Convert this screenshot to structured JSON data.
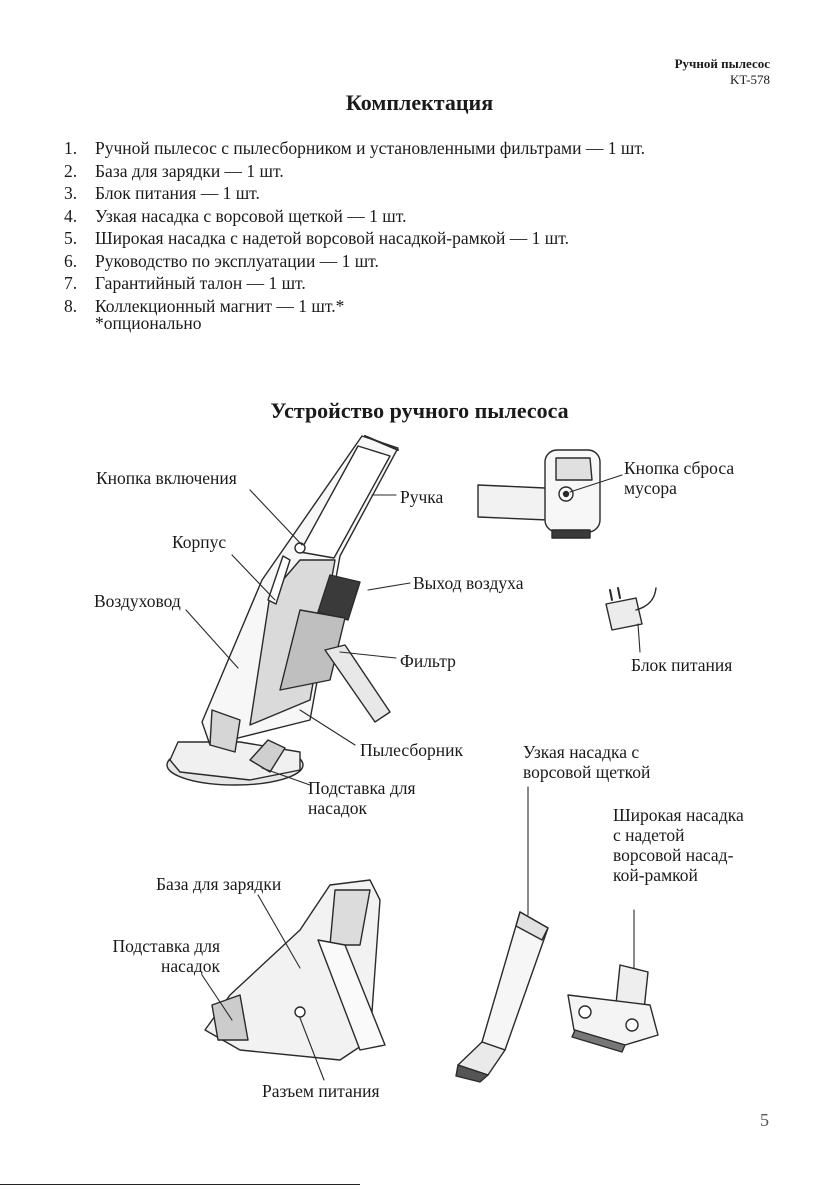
{
  "header": {
    "product": "Ручной пылесос",
    "model": "KT-578"
  },
  "contents": {
    "title": "Комплектация",
    "items": [
      {
        "num": "1.",
        "text": "Ручной пылесос с пылесборником и установленными фильтрами — 1 шт."
      },
      {
        "num": "2.",
        "text": "База для зарядки — 1 шт."
      },
      {
        "num": "3.",
        "text": "Блок питания — 1 шт."
      },
      {
        "num": "4.",
        "text": "Узкая насадка с ворсовой щеткой — 1 шт."
      },
      {
        "num": "5.",
        "text": "Широкая насадка с надетой ворсовой насадкой-рамкой — 1 шт."
      },
      {
        "num": "6.",
        "text": "Руководство по эксплуатации — 1 шт."
      },
      {
        "num": "7.",
        "text": "Гарантийный талон — 1 шт."
      },
      {
        "num": "8.",
        "text": "Коллекционный магнит — 1 шт.*"
      }
    ],
    "footnote": "*опционально"
  },
  "device": {
    "title": "Устройство ручного пылесоса",
    "labels": {
      "power_button": "Кнопка включения",
      "handle": "Ручка",
      "body": "Корпус",
      "air_outlet": "Выход воздуха",
      "air_duct": "Воздуховод",
      "filter": "Фильтр",
      "dust_container": "Пылесборник",
      "nozzle_stand": "Подставка для насадок",
      "dust_release_button": "Кнопка сброса мусора",
      "power_adapter": "Блок питания",
      "narrow_nozzle": "Узкая насадка с ворсовой щеткой",
      "wide_nozzle": "Широкая насадка с надетой ворсовой насад-кой-рамкой",
      "charging_base": "База для зарядки",
      "base_nozzle_stand": "Подставка для насадок",
      "power_connector": "Разъем питания"
    }
  },
  "page_number": "5"
}
